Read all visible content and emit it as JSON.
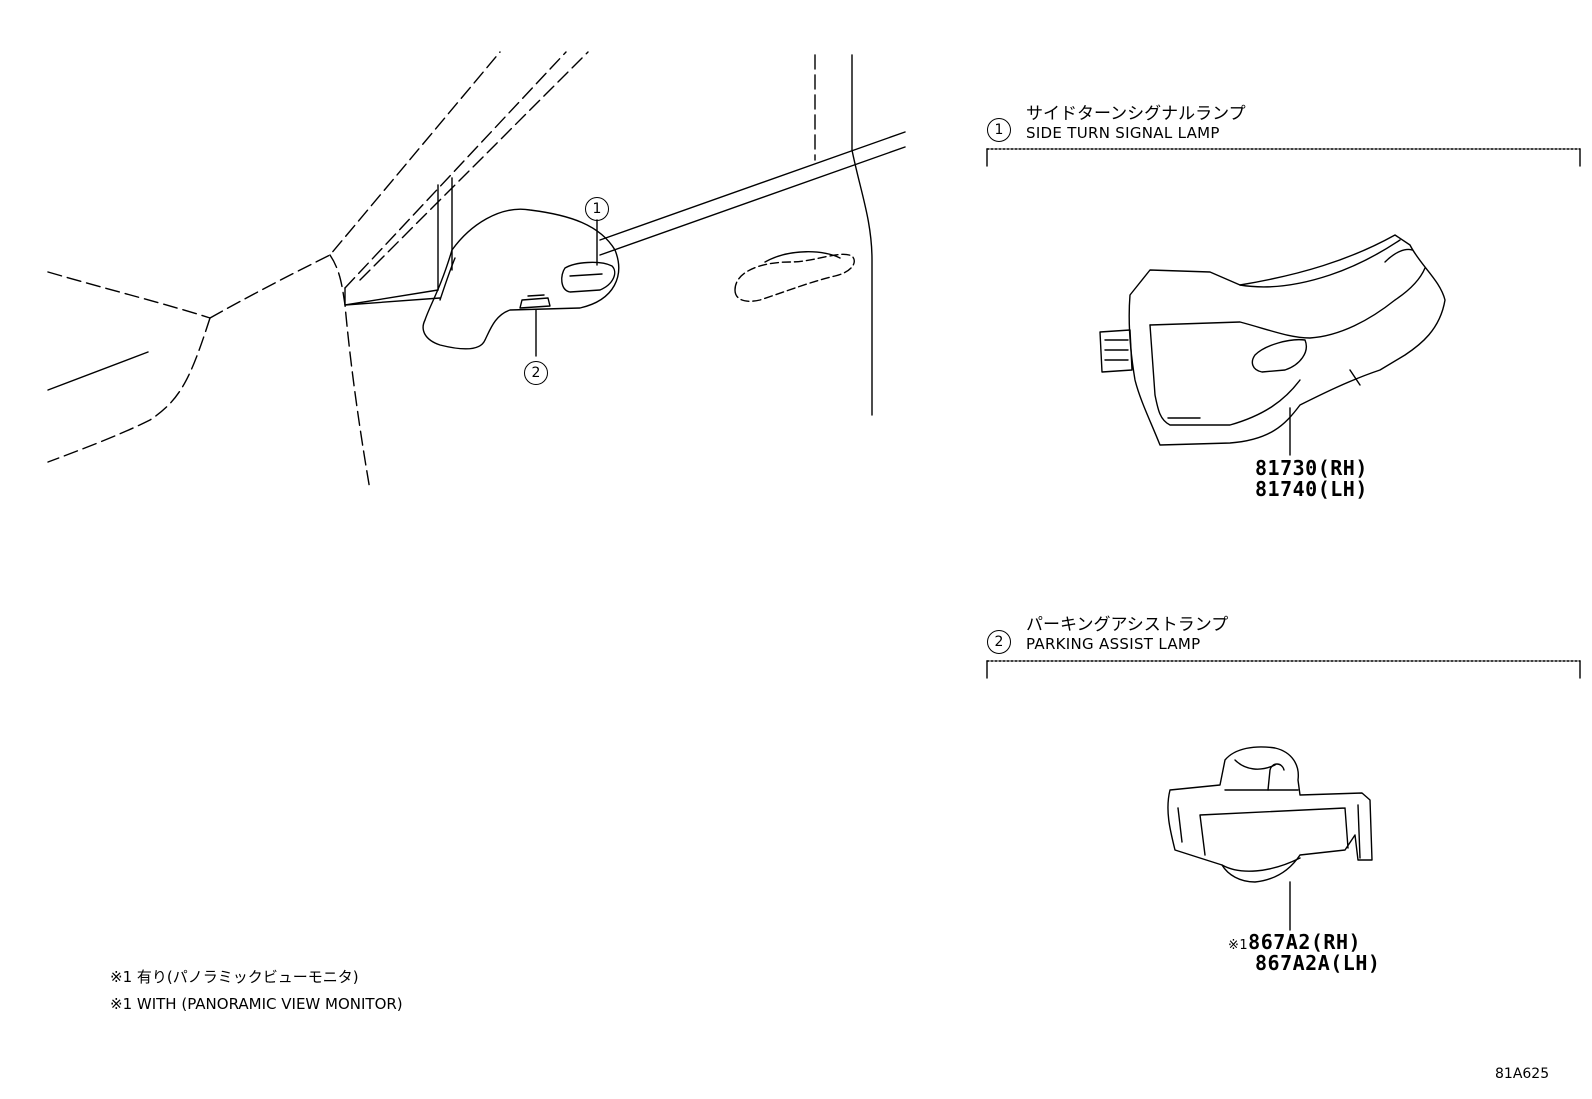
{
  "legend": [
    {
      "num": "1",
      "jp": "サイドターンシグナルランプ",
      "en": "SIDE TURN SIGNAL LAMP"
    },
    {
      "num": "2",
      "jp": "パーキングアシストランプ",
      "en": "PARKING ASSIST LAMP"
    }
  ],
  "callouts": [
    "1",
    "2"
  ],
  "parts": {
    "side_turn": [
      "81730(RH)",
      "81740(LH)"
    ],
    "parking_assist": {
      "mark": "※1",
      "lines": [
        "867A2(RH)",
        "867A2A(LH)"
      ]
    }
  },
  "notes": [
    "※1 有り(パノラミックビューモニタ)",
    "※1 WITH (PANORAMIC VIEW MONITOR)"
  ],
  "diagram_code": "81A625"
}
